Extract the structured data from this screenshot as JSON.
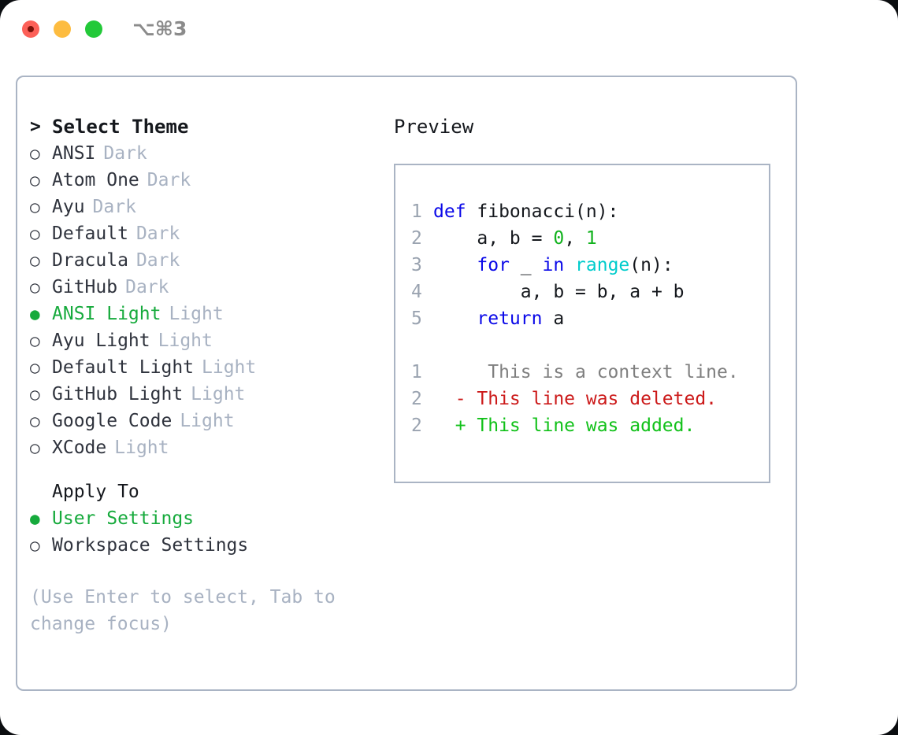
{
  "titlebar": {
    "shortcut": "⌥⌘3",
    "buttons": [
      {
        "name": "close",
        "color": "#fc6058"
      },
      {
        "name": "minimize",
        "color": "#fdbc40"
      },
      {
        "name": "maximize",
        "color": "#23c939"
      }
    ]
  },
  "theme_picker": {
    "caret": ">",
    "heading": "Select Theme",
    "marker_unselected": "○",
    "marker_selected": "●",
    "items": [
      {
        "name": "ANSI",
        "tag": "Dark",
        "selected": false
      },
      {
        "name": "Atom One",
        "tag": "Dark",
        "selected": false
      },
      {
        "name": "Ayu",
        "tag": "Dark",
        "selected": false
      },
      {
        "name": "Default",
        "tag": "Dark",
        "selected": false
      },
      {
        "name": "Dracula",
        "tag": "Dark",
        "selected": false
      },
      {
        "name": "GitHub",
        "tag": "Dark",
        "selected": false
      },
      {
        "name": "ANSI Light",
        "tag": "Light",
        "selected": true
      },
      {
        "name": "Ayu Light",
        "tag": "Light",
        "selected": false
      },
      {
        "name": "Default Light",
        "tag": "Light",
        "selected": false
      },
      {
        "name": "GitHub Light",
        "tag": "Light",
        "selected": false
      },
      {
        "name": "Google Code",
        "tag": "Light",
        "selected": false
      },
      {
        "name": "XCode",
        "tag": "Light",
        "selected": false
      }
    ]
  },
  "apply_to": {
    "heading": "Apply To",
    "options": [
      {
        "label": "User Settings",
        "selected": true
      },
      {
        "label": "Workspace Settings",
        "selected": false
      }
    ]
  },
  "hint": "(Use Enter to select, Tab to change focus)",
  "preview": {
    "title": "Preview",
    "code_lines": [
      {
        "num": "1",
        "segments": [
          {
            "text": "def ",
            "cls": "tok-kw"
          },
          {
            "text": "fibonacci(n):",
            "cls": "tok-plain"
          }
        ]
      },
      {
        "num": "2",
        "segments": [
          {
            "text": "    a, b = ",
            "cls": "tok-plain"
          },
          {
            "text": "0",
            "cls": "tok-num"
          },
          {
            "text": ", ",
            "cls": "tok-plain"
          },
          {
            "text": "1",
            "cls": "tok-num"
          }
        ]
      },
      {
        "num": "3",
        "segments": [
          {
            "text": "    ",
            "cls": "tok-plain"
          },
          {
            "text": "for ",
            "cls": "tok-kw"
          },
          {
            "text": "_ ",
            "cls": "tok-plain"
          },
          {
            "text": "in ",
            "cls": "tok-kw"
          },
          {
            "text": "range",
            "cls": "tok-fn"
          },
          {
            "text": "(n):",
            "cls": "tok-plain"
          }
        ]
      },
      {
        "num": "4",
        "segments": [
          {
            "text": "        a, b = b, a + b",
            "cls": "tok-plain"
          }
        ]
      },
      {
        "num": "5",
        "segments": [
          {
            "text": "    ",
            "cls": "tok-plain"
          },
          {
            "text": "return ",
            "cls": "tok-kw"
          },
          {
            "text": "a",
            "cls": "tok-plain"
          }
        ]
      }
    ],
    "diff_lines": [
      {
        "num": "1",
        "marker": " ",
        "text": "  This is a context line.",
        "cls": "tok-ctx"
      },
      {
        "num": "2",
        "marker": "-",
        "text": " This line was deleted.",
        "cls": "tok-del"
      },
      {
        "num": "2",
        "marker": "+",
        "text": " This line was added.",
        "cls": "tok-add"
      }
    ]
  },
  "colors": {
    "accent_green": "#16aa3c",
    "border": "#aab4c4",
    "muted": "#a8b2c2",
    "text": "#2f333d",
    "keyword_blue": "#0a08e8",
    "function_cyan": "#00cccc",
    "number_green": "#11b21d",
    "diff_deleted": "#cc1a1a",
    "diff_added": "#11c119",
    "line_number": "#9aa3b0"
  }
}
